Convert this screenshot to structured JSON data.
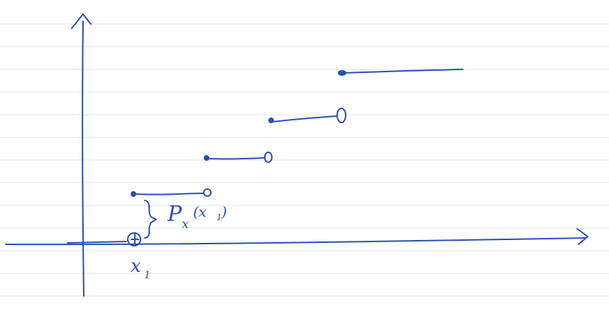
{
  "colors": {
    "ink": "#2b4fb0",
    "ruled_line": "#e2e4ea",
    "paper": "#ffffff"
  },
  "diagram": {
    "type": "step-function sketch (CDF of a discrete random variable)",
    "annotation": {
      "symbol": "P",
      "subscript": "x",
      "argument": "(x",
      "argument_subscript": "1",
      "close": ")"
    },
    "x_tick_label": {
      "symbol": "x",
      "subscript": "1"
    },
    "steps": [
      {
        "from_closed": true,
        "to_open": true
      },
      {
        "from_closed": true,
        "to_open": true
      },
      {
        "from_closed": true,
        "to_open": true
      },
      {
        "from_closed": true,
        "to_open": false
      }
    ]
  }
}
